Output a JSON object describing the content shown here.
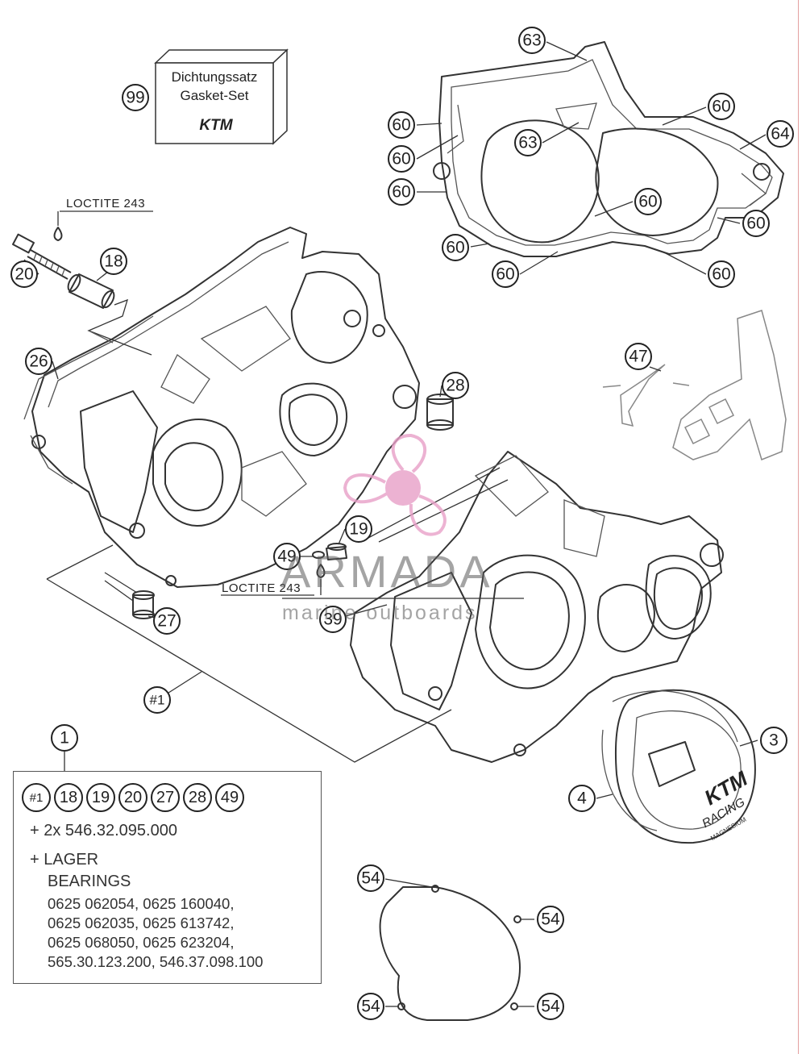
{
  "gasket_kit": {
    "line1": "Dichtungssatz",
    "line2": "Gasket-Set",
    "logo": "KTM"
  },
  "loctite_labels": [
    "LOCTITE 243",
    "LOCTITE 243"
  ],
  "callouts": {
    "c99": "99",
    "c63a": "63",
    "c63b": "63",
    "c64": "64",
    "c60a": "60",
    "c60b": "60",
    "c60c": "60",
    "c60d": "60",
    "c60e": "60",
    "c60f": "60",
    "c60g": "60",
    "c60h": "60",
    "c60i": "60",
    "c20": "20",
    "c18": "18",
    "c26": "26",
    "c28": "28",
    "c47": "47",
    "c19": "19",
    "c49": "49",
    "c27": "27",
    "c39": "39",
    "c3": "3",
    "c4": "4",
    "c1": "1",
    "chash1": "#1",
    "c54a": "54",
    "c54b": "54",
    "c54c": "54",
    "c54d": "54"
  },
  "cover_logo": {
    "line1": "KTM",
    "line2": "RACING",
    "line3": "MAGNESIUM"
  },
  "kit_note": {
    "parts": [
      "#1",
      "18",
      "19",
      "20",
      "27",
      "28",
      "49"
    ],
    "line_bolts": "+ 2x 546.32.095.000",
    "line_lager": "+ LAGER",
    "line_bearings": "BEARINGS",
    "numbers": [
      "0625 062054, 0625 160040,",
      "0625 062035, 0625 613742,",
      "0625 068050, 0625 623204,",
      "565.30.123.200, 546.37.098.100"
    ]
  },
  "watermark": {
    "title": "ARMADA",
    "subtitle": "marine outboards",
    "color": "#e8a0c8"
  }
}
